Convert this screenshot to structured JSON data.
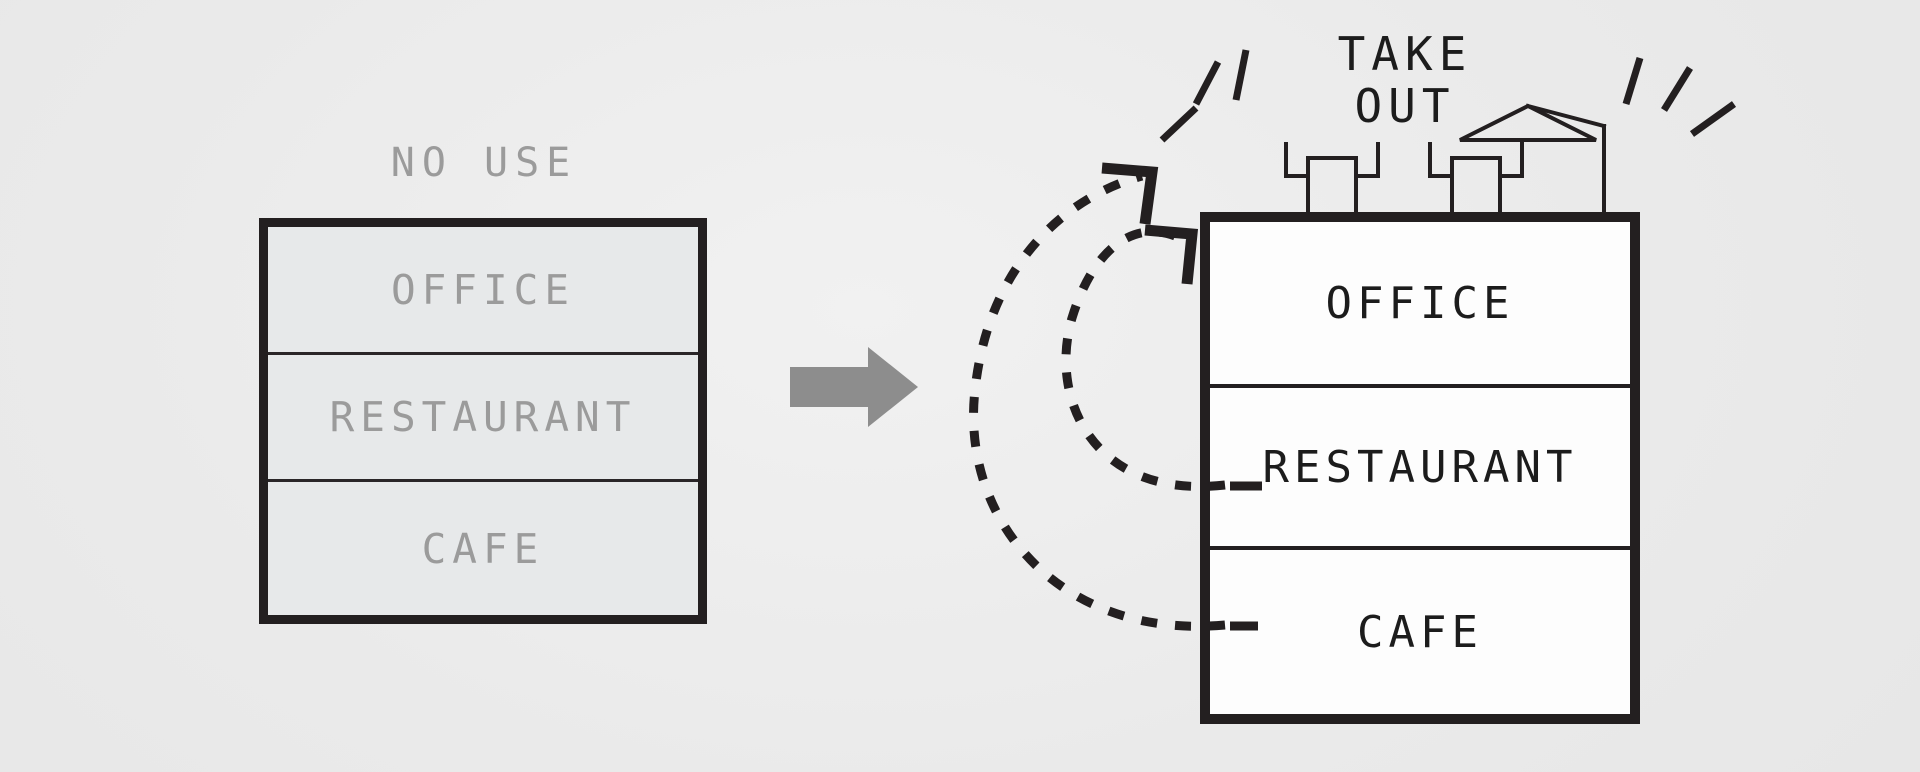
{
  "diagram": {
    "title": "Vacant building converted to take-out use",
    "background_color": "#ededed"
  },
  "before": {
    "caption": "NO USE",
    "caption_color": "#9b9b9b",
    "outline_color": "#231f20",
    "fill_color": "#e7e9ea",
    "floors": [
      {
        "label": "OFFICE"
      },
      {
        "label": "RESTAURANT"
      },
      {
        "label": "CAFE"
      }
    ]
  },
  "transition": {
    "icon": "right-arrow-icon",
    "color": "#8d8d8d"
  },
  "after": {
    "caption_line_1": "TAKE",
    "caption_line_2": "OUT",
    "caption_color": "#1c1c1c",
    "outline_color": "#231f20",
    "fill_color": "#fdfdfd",
    "floors": [
      {
        "label": "OFFICE"
      },
      {
        "label": "RESTAURANT"
      },
      {
        "label": "CAFE"
      }
    ],
    "rooftop": {
      "items": [
        "table-with-chairs",
        "table-with-chairs",
        "patio-umbrella"
      ],
      "color": "#231f20"
    },
    "sparkles": {
      "left_count": 3,
      "right_count": 3,
      "color": "#231f20"
    },
    "flow_arrows": {
      "count": 3,
      "style": "dashed-curved",
      "color": "#231f20",
      "from": [
        "RESTAURANT",
        "CAFE"
      ],
      "to": "rooftop-take-out"
    }
  }
}
